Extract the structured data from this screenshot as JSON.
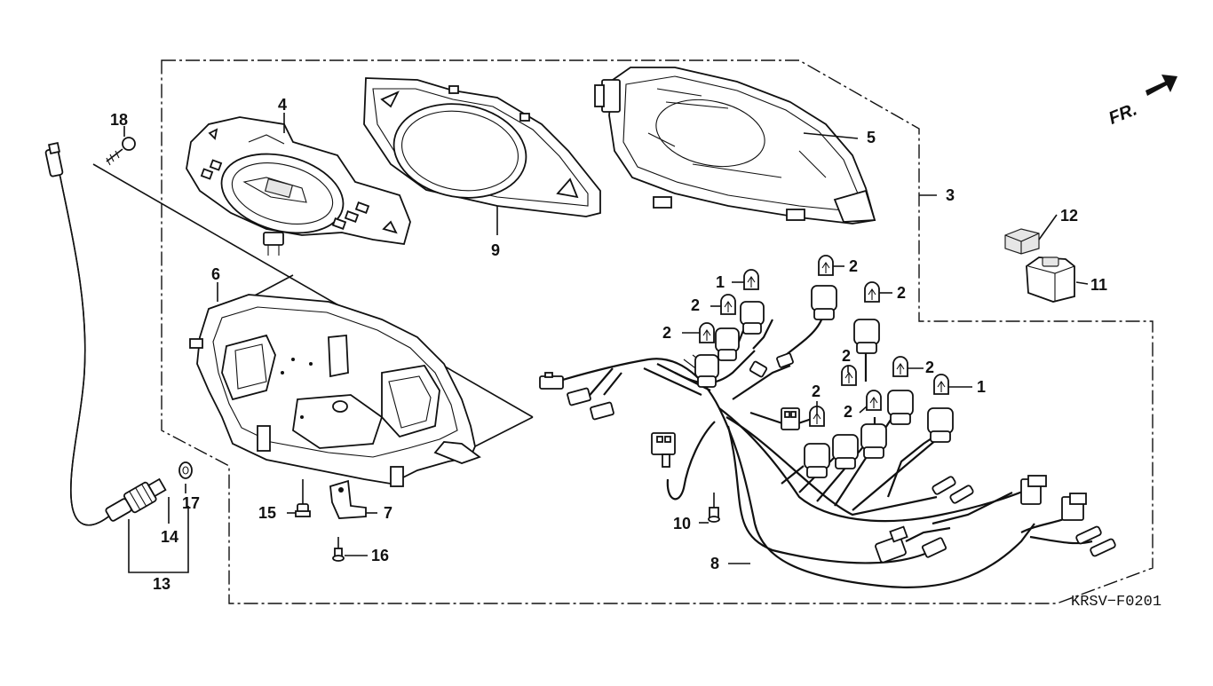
{
  "diagram": {
    "code": "KRSV−F0201",
    "direction": "FR.",
    "callouts": [
      {
        "id": "c1a",
        "text": "1"
      },
      {
        "id": "c1b",
        "text": "1"
      },
      {
        "id": "c2a",
        "text": "2"
      },
      {
        "id": "c2b",
        "text": "2"
      },
      {
        "id": "c2c",
        "text": "2"
      },
      {
        "id": "c2d",
        "text": "2"
      },
      {
        "id": "c2e",
        "text": "2"
      },
      {
        "id": "c2f",
        "text": "2"
      },
      {
        "id": "c2g",
        "text": "2"
      },
      {
        "id": "c2h",
        "text": "2"
      },
      {
        "id": "c3",
        "text": "3"
      },
      {
        "id": "c4",
        "text": "4"
      },
      {
        "id": "c5",
        "text": "5"
      },
      {
        "id": "c6",
        "text": "6"
      },
      {
        "id": "c7",
        "text": "7"
      },
      {
        "id": "c8",
        "text": "8"
      },
      {
        "id": "c9",
        "text": "9"
      },
      {
        "id": "c10",
        "text": "10"
      },
      {
        "id": "c11",
        "text": "11"
      },
      {
        "id": "c12",
        "text": "12"
      },
      {
        "id": "c13",
        "text": "13"
      },
      {
        "id": "c14",
        "text": "14"
      },
      {
        "id": "c15",
        "text": "15"
      },
      {
        "id": "c16",
        "text": "16"
      },
      {
        "id": "c17",
        "text": "17"
      },
      {
        "id": "c18",
        "text": "18"
      }
    ]
  }
}
